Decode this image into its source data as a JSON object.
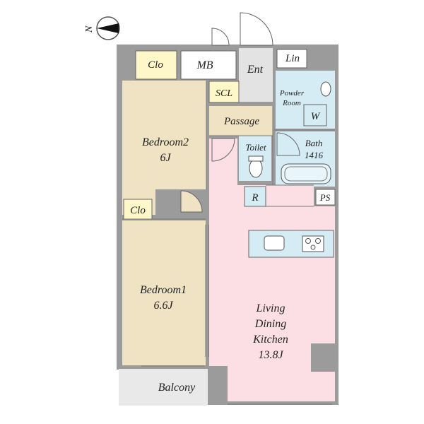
{
  "compass": {
    "north_label": "N"
  },
  "rooms": {
    "closet_top": "Clo",
    "meter_box": "MB",
    "entrance": "Ent",
    "linen": "Lin",
    "shoe_closet": "SCL",
    "powder_room_line1": "Powder",
    "powder_room_line2": "Room",
    "washer": "W",
    "passage": "Passage",
    "bedroom2_name": "Bedroom2",
    "bedroom2_size": "6J",
    "toilet": "Toilet",
    "bath_name": "Bath",
    "bath_size": "1416",
    "refrigerator": "R",
    "pipe_space": "PS",
    "closet_bottom": "Clo",
    "bedroom1_name": "Bedroom1",
    "bedroom1_size": "6.6J",
    "ldk_line1": "Living",
    "ldk_line2": "Dining",
    "ldk_line3": "Kitchen",
    "ldk_size": "13.8J",
    "balcony": "Balcony"
  },
  "colors": {
    "wall": "#9b9b9b",
    "bedroom": "#efe3c4",
    "closet": "#fdf7c9",
    "wet_area": "#d5ecf5",
    "living": "#fbdfe5",
    "entrance": "#e3e3e3",
    "balcony": "#e9e9e9"
  }
}
